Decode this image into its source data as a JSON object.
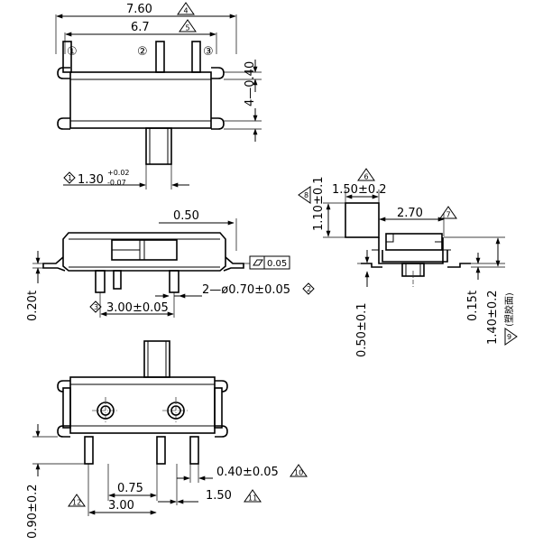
{
  "top_view": {
    "dim_overall": "7.60",
    "dim_overall_mark": "4",
    "dim_pitch": "6.7",
    "dim_pitch_mark": "5",
    "pin1": "①",
    "pin2": "②",
    "pin3": "③",
    "dim_tab": "4—0.40",
    "dim_actuator_mark": "1",
    "dim_actuator_value": "1.30",
    "dim_actuator_plus": "+0.02",
    "dim_actuator_minus": "-0.07"
  },
  "front_view": {
    "dim_knob": "0.50",
    "flatness": "0.05",
    "dim_thickness": "0.20t",
    "dim_pin_span_mark": "3",
    "dim_pin_span": "3.00±0.05",
    "dim_boss": "2—ø0.70±0.05",
    "dim_boss_mark": "2"
  },
  "side_view": {
    "dim_depth_mark": "6",
    "dim_depth": "1.50±0.2",
    "dim_height_mark": "8",
    "dim_height": "1.10±0.1",
    "dim_width": "2.70",
    "dim_width_mark": "7",
    "dim_standoff": "0.50±0.1",
    "dim_sheet": "0.15t",
    "dim_total": "1.40±0.2",
    "dim_total_mark": "9",
    "dim_total_note": "(塑胶面)"
  },
  "bottom_view": {
    "dim_pitch": "0.75",
    "dim_pin_width": "0.40±0.05",
    "dim_pin_width_mark": "10",
    "dim_spacing": "1.50",
    "dim_spacing_mark": "11",
    "dim_overall": "3.00",
    "dim_overall_mark": "12",
    "dim_height": "0.90±0.2"
  }
}
